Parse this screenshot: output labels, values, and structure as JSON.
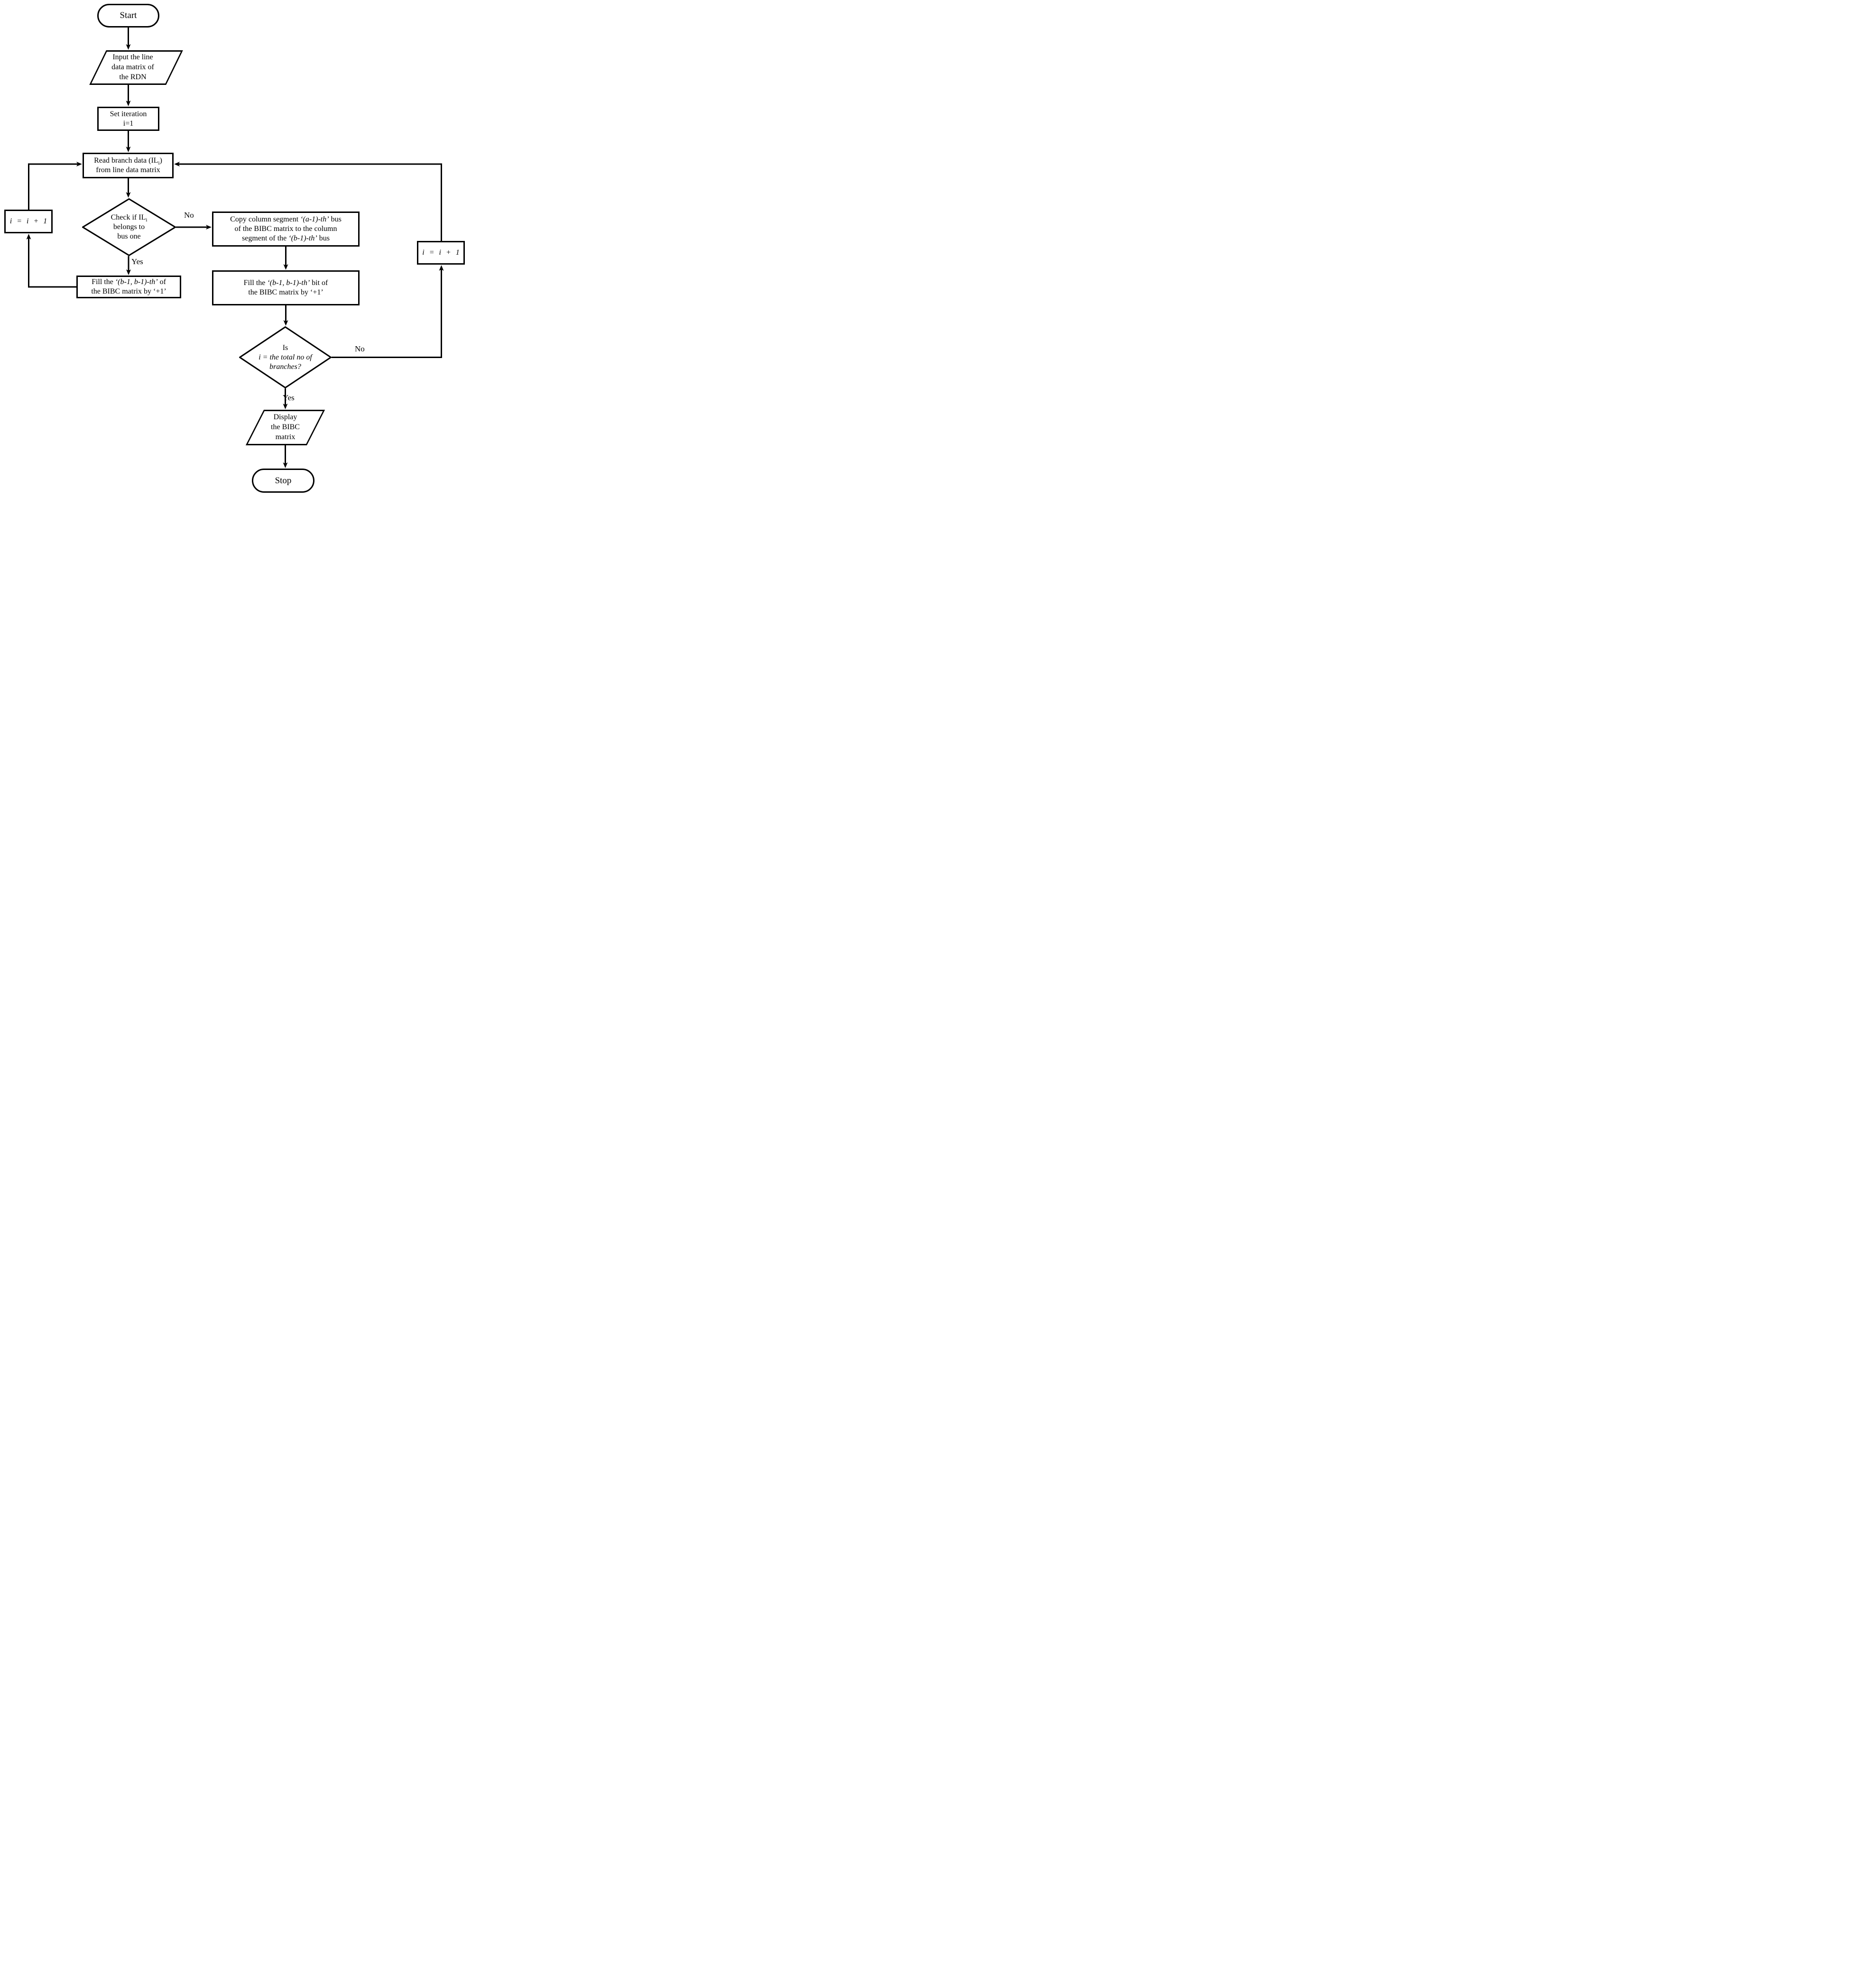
{
  "nodes": {
    "start": {
      "label": "Start"
    },
    "input": {
      "lines": [
        "Input the line",
        "data matrix of",
        "the RDN"
      ]
    },
    "set_iteration": {
      "lines": [
        "Set iteration",
        "i=1"
      ]
    },
    "read_branch": {
      "line1_pre": "Read branch data (IL",
      "line1_sub": "i",
      "line1_post": ")",
      "line2": "from line data matrix"
    },
    "check_diamond": {
      "line1_pre": "Check if IL",
      "line1_sub": "i",
      "line2": "belongs to",
      "line3": "bus one"
    },
    "fill_left": {
      "line1_pre": "Fill the ",
      "line1_italic": "‘(b-1, b-1)-th’",
      "line1_post": " of",
      "line2": "the BIBC matrix by ‘+1’"
    },
    "iter_left": {
      "label": "i = i + 1"
    },
    "copy": {
      "line1_pre": "Copy column segment ",
      "line1_italic": "‘(a-1)-th’",
      "line1_post": " bus",
      "line2": "of the BIBC matrix to the column",
      "line3_pre": "segment of the ",
      "line3_italic": "‘(b-1)-th’",
      "line3_post": " bus"
    },
    "fill_right": {
      "line1_pre": "Fill the ",
      "line1_italic": "‘(b-1, b-1)-th’",
      "line1_post": " bit of",
      "line2": "the BIBC matrix by ‘+1’"
    },
    "total_diamond": {
      "line1": "Is",
      "line2_italic": "i = the total no of",
      "line3_italic": "branches?"
    },
    "iter_right": {
      "label": "i = i + 1"
    },
    "display": {
      "lines": [
        "Display",
        "the BIBC",
        "matrix"
      ]
    },
    "stop": {
      "label": "Stop"
    }
  },
  "edges": {
    "labels": {
      "no1": "No",
      "yes1": "Yes",
      "no2": "No",
      "yes2": "Yes"
    }
  },
  "colors": {
    "stroke": "#000000",
    "background": "#ffffff"
  }
}
